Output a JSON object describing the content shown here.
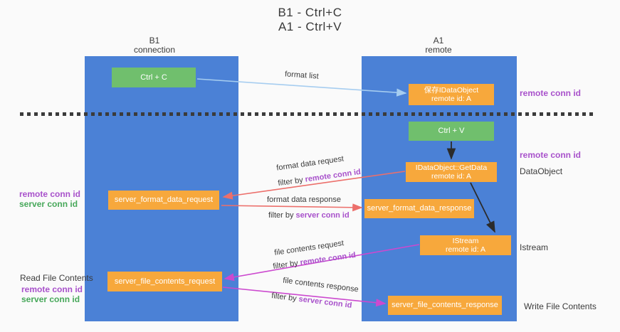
{
  "title": {
    "line1": "B1 - Ctrl+C",
    "line2": "A1 - Ctrl+V"
  },
  "lanes": {
    "b1": {
      "name": "B1",
      "subtitle": "connection"
    },
    "a1": {
      "name": "A1",
      "subtitle": "remote"
    }
  },
  "boxes": {
    "ctrl_c": {
      "label": "Ctrl + C"
    },
    "ctrl_v": {
      "label": "Ctrl + V"
    },
    "save_dataobject": {
      "line1": "保存IDataObject",
      "line2": "remote id: A"
    },
    "getdata": {
      "line1": "IDataObject::GetData",
      "line2": "remote id: A"
    },
    "istream": {
      "line1": "IStream",
      "line2": "remote id: A"
    },
    "server_format_data_request": {
      "label": "server_format_data_request"
    },
    "server_format_data_response": {
      "label": "server_format_data_response"
    },
    "server_file_contents_request": {
      "label": "server_file_contents_request"
    },
    "server_file_contents_response": {
      "label": "server_file_contents_response"
    }
  },
  "flow_labels": {
    "format_list": "format list",
    "format_data_request": "format data request",
    "format_data_response": "format data response",
    "file_contents_request": "file contents request",
    "file_contents_response": "file contents response",
    "filter_by": "filter by ",
    "remote_conn_id": "remote conn id",
    "server_conn_id": "server conn id"
  },
  "side_labels": {
    "remote_conn_id": "remote conn id",
    "server_conn_id": "server conn id",
    "read_file_contents": "Read File Contents",
    "write_file_contents": "Write File Contents",
    "dataobject": "DataObject",
    "istream": "Istream"
  },
  "colors": {
    "lane_blue": "#4b81d6",
    "box_green": "#70bf6d",
    "box_orange": "#f7a83c",
    "arrow_light_blue": "#a6cdf0",
    "arrow_red": "#ec6f6b",
    "arrow_magenta": "#cc49cf",
    "arrow_black": "#2b2b2b",
    "text_purple": "#a851cb",
    "text_green": "#47a85a",
    "text_dark": "#3b3b3b",
    "background": "#fafafa"
  }
}
